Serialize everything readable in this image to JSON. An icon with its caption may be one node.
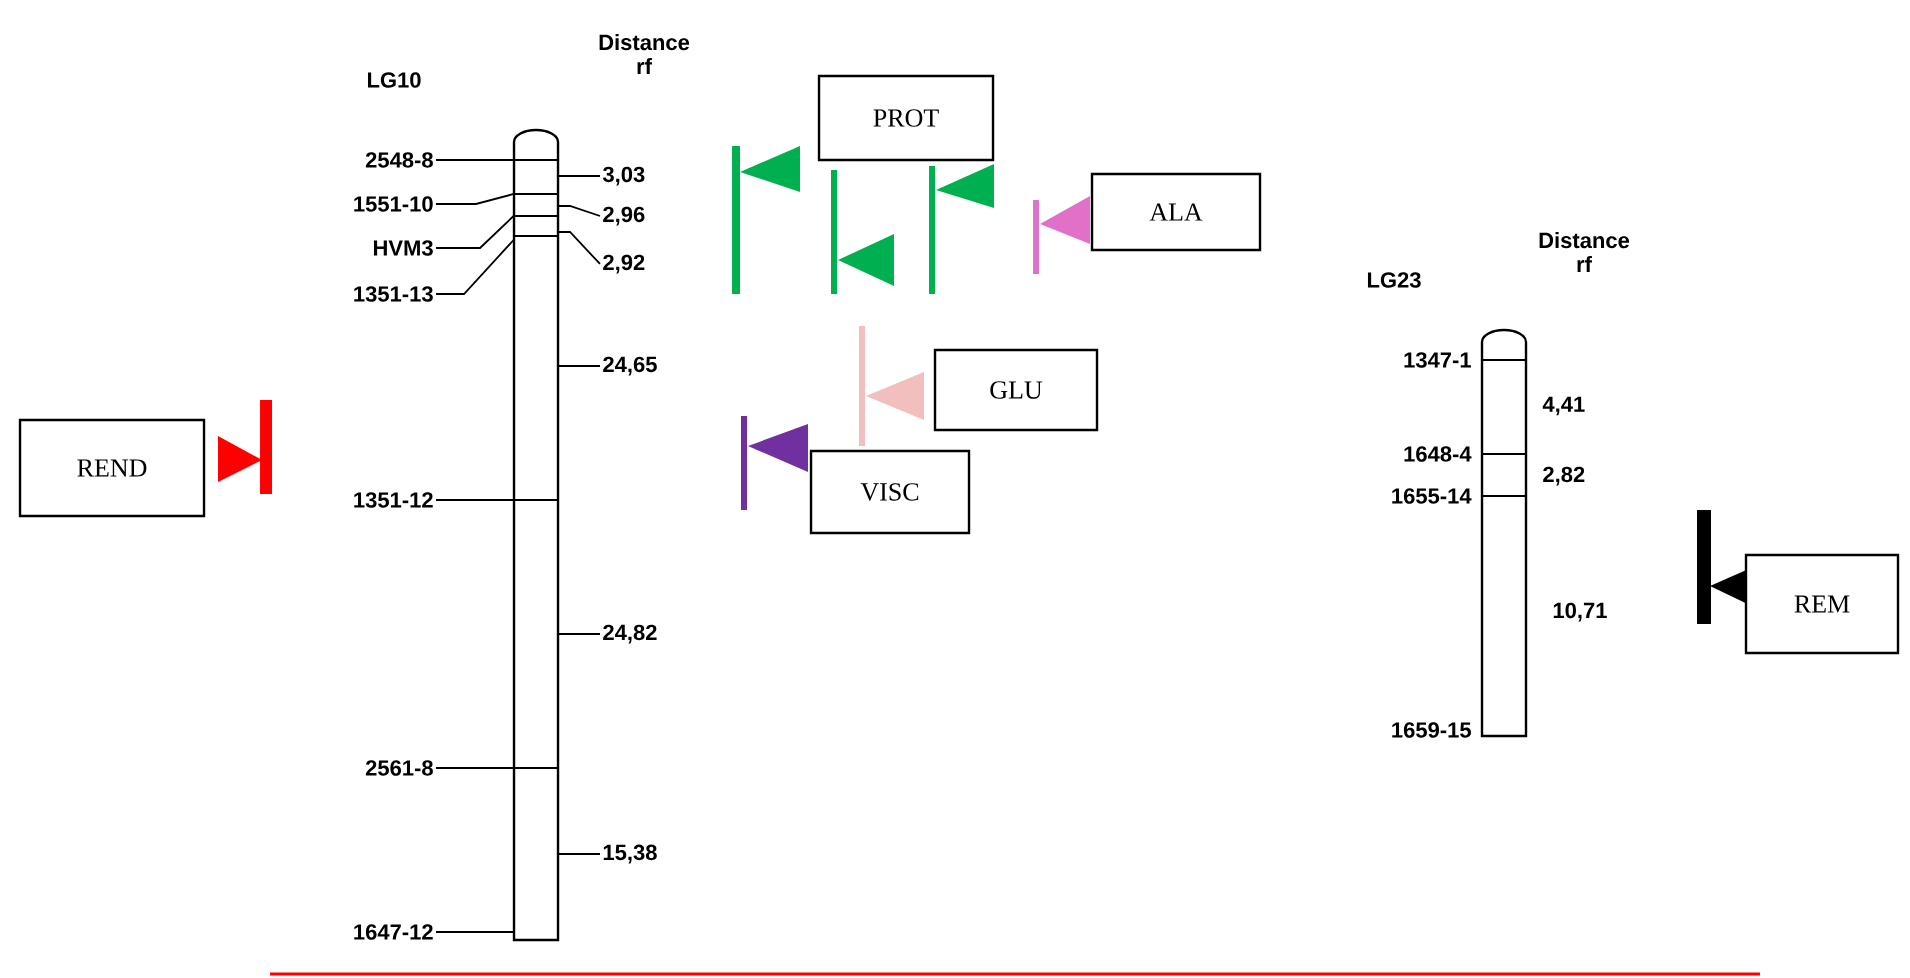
{
  "diagram": {
    "nodes": [
      {
        "text": [
          "PROT"
        ]
      },
      {
        "text": [
          "ALA"
        ]
      },
      {
        "text": [
          "GLU"
        ]
      },
      {
        "text": [
          "VISC"
        ]
      },
      {
        "text": [
          "REND"
        ]
      },
      {
        "text": [
          "REM"
        ]
      },
      {
        "text": [
          "2548-8"
        ]
      },
      {
        "text": [
          "3,03"
        ]
      },
      {
        "text": [
          "1551-10"
        ]
      },
      {
        "text": [
          "2,96"
        ]
      },
      {
        "text": [
          "HVM3"
        ]
      },
      {
        "text": [
          "2,92"
        ]
      },
      {
        "text": [
          "1351-13"
        ]
      },
      {
        "text": [
          "24,65"
        ]
      },
      {
        "text": [
          "1351-12"
        ]
      },
      {
        "text": [
          "24,82"
        ]
      },
      {
        "text": [
          "2561-8"
        ]
      },
      {
        "text": [
          "15,38"
        ]
      },
      {
        "text": [
          "1647-12"
        ]
      },
      {
        "text": [],
        "shape": "bar"
      },
      {
        "text": [],
        "shape": "bar",
        "beside": [
          "1347-1",
          "4,41",
          "1648-4",
          "2,82",
          "1655-14",
          "10,71",
          "1659-15"
        ]
      }
    ],
    "edges": [
      {
        "from": 6,
        "to": 19,
        "arrow": "none"
      },
      {
        "from": 7,
        "to": 19,
        "arrow": "none"
      },
      {
        "from": 8,
        "to": 19,
        "arrow": "none"
      },
      {
        "from": 9,
        "to": 19,
        "arrow": "none"
      },
      {
        "from": 10,
        "to": 19,
        "arrow": "none"
      },
      {
        "from": 11,
        "to": 19,
        "arrow": "none"
      },
      {
        "from": 12,
        "to": 19,
        "arrow": "none"
      },
      {
        "from": 13,
        "to": 19,
        "arrow": "none"
      },
      {
        "from": 14,
        "to": 19,
        "arrow": "none"
      },
      {
        "from": 15,
        "to": 19,
        "arrow": "none"
      },
      {
        "from": 16,
        "to": 19,
        "arrow": "none"
      },
      {
        "from": 17,
        "to": 19,
        "arrow": "none"
      },
      {
        "from": 18,
        "to": 19,
        "arrow": "none"
      }
    ],
    "labels": [
      "LG10",
      "Distance rf",
      "LG23",
      "Distance rf"
    ]
  }
}
